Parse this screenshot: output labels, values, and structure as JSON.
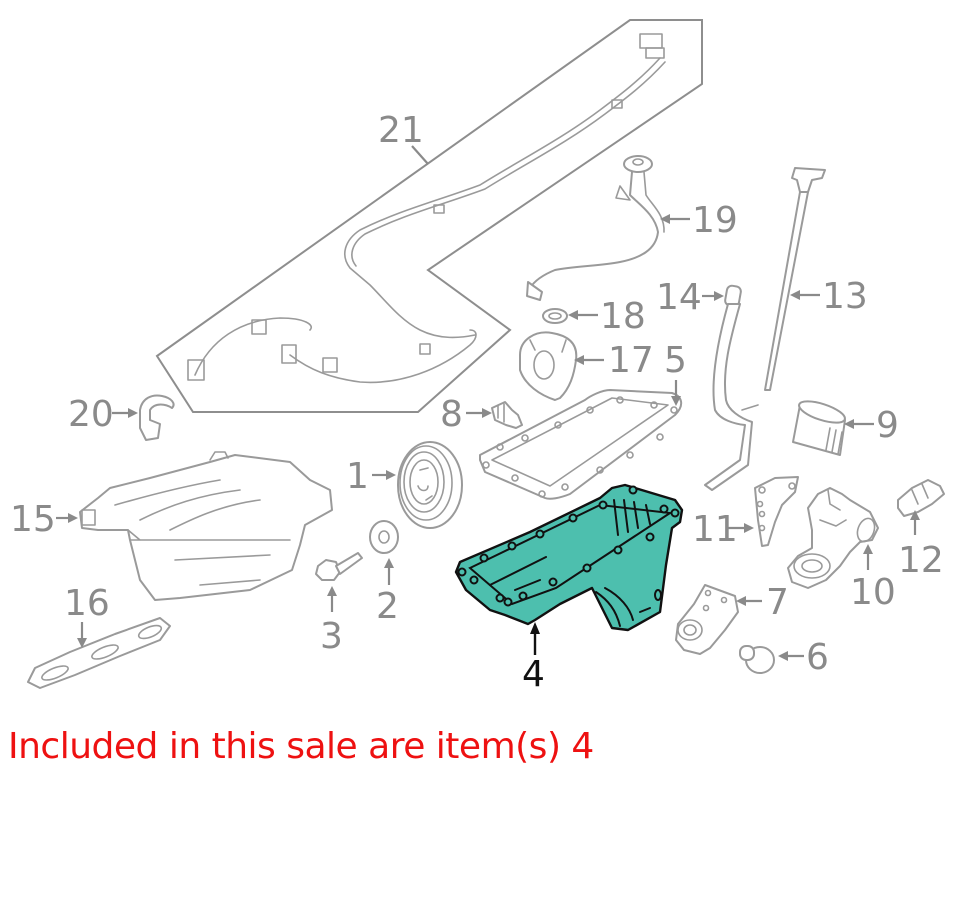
{
  "diagram": {
    "title": "Engine oil pan and related components exploded parts diagram",
    "highlight_color": "#4dbfae",
    "callout_color": "#8a8a8a",
    "callouts": {
      "c1": "1",
      "c2": "2",
      "c3": "3",
      "c4": "4",
      "c5": "5",
      "c6": "6",
      "c7": "7",
      "c8": "8",
      "c9": "9",
      "c10": "10",
      "c11": "11",
      "c12": "12",
      "c13": "13",
      "c14": "14",
      "c15": "15",
      "c16": "16",
      "c17": "17",
      "c18": "18",
      "c19": "19",
      "c20": "20",
      "c21": "21"
    },
    "highlighted_items": [
      "4"
    ]
  },
  "sale_note": {
    "text": "Included in this sale are item(s) 4",
    "color": "#ee1111"
  }
}
